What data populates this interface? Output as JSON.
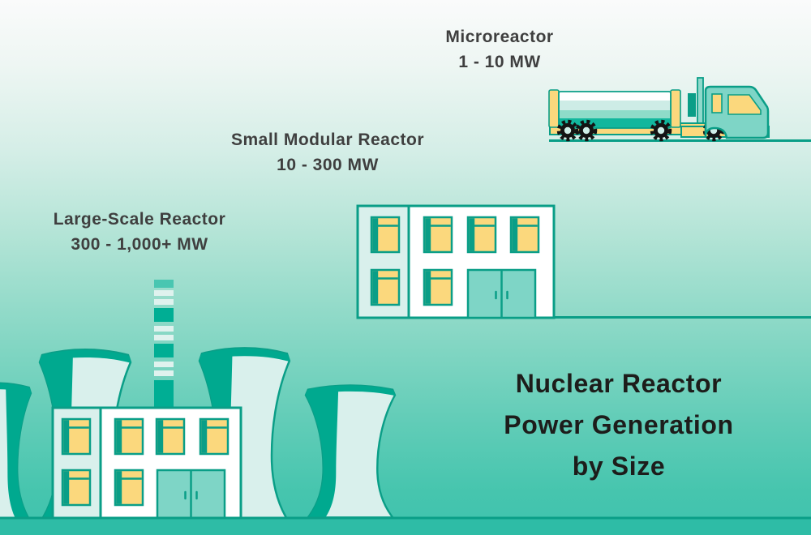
{
  "title": {
    "line1": "Nuclear Reactor",
    "line2": "Power Generation",
    "line3": "by Size"
  },
  "reactors": [
    {
      "name": "Microreactor",
      "power_range": "1 - 10 MW",
      "illustration": "transport-truck"
    },
    {
      "name": "Small Modular Reactor",
      "power_range": "10 - 300 MW",
      "illustration": "two-story-reactor-building"
    },
    {
      "name": "Large-Scale Reactor",
      "power_range": "300 - 1,000+ MW",
      "illustration": "power-plant-with-cooling-towers"
    }
  ],
  "colors": {
    "teal_dark": "#00a98f",
    "teal_outline": "#0a9e87",
    "teal_medium": "#7ed5c6",
    "teal_pale": "#d9f0ec",
    "window_yellow": "#fbd87d",
    "ground_fill": "#2ebca6",
    "background_top": "#fafbfb",
    "background_bottom": "#3fc3ad",
    "label_text": "#3f3f3f",
    "title_text": "#1d1d1b"
  }
}
